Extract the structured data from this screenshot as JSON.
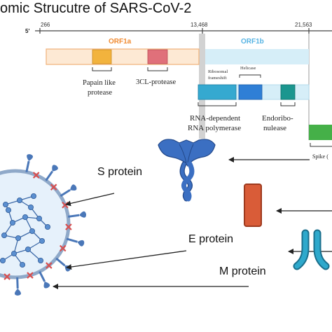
{
  "title": "omic Strucutre of  SARS-CoV-2",
  "genome": {
    "five_prime": "5'",
    "positions": [
      "266",
      "13,468",
      "21,563"
    ],
    "orf1a_label": "ORF1a",
    "orf1b_label": "ORF1b",
    "papain_label": "Papain like",
    "papain_label2": "protease",
    "cl_protease_label": "3CL-protease",
    "ribosomal_label": "Ribosomal",
    "frameshift_label": "frameshift",
    "helicase_label": "Helicase",
    "rdrp_label": "RNA-dependent",
    "rdrp_label2": "RNA polymerase",
    "endo_label": "Endoribo-",
    "endo_label2": "nulease",
    "spike_label": "Spike ("
  },
  "proteins": {
    "s_label": "S protein",
    "e_label": "E protein",
    "m_label": "M protein"
  },
  "colors": {
    "orf1a_fill": "#fde9d4",
    "orf1a_stroke": "#f0b27a",
    "orf1a_text": "#f08a30",
    "orf1b_fill": "#d6eef8",
    "orf1b_text": "#55b3e3",
    "papain": "#f2b33d",
    "cl_protease": "#e0707a",
    "rdrp": "#35a9d0",
    "helicase": "#2f7fd6",
    "endo": "#1b968f",
    "spike_gene": "#45b048",
    "s_protein": "#3b6fc2",
    "e_protein": "#d95c38",
    "m_protein": "#2ea9cc",
    "virus_membrane": "#e6f1fb",
    "virus_spike": "#4a77b8",
    "virus_red": "#d94f4f"
  }
}
